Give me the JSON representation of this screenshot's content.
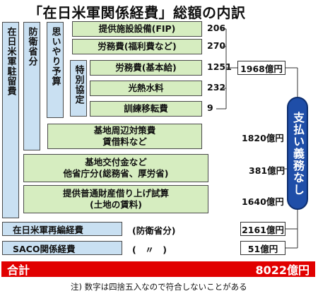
{
  "title": "「在日米軍関係経費」総額の内訳",
  "left_labels": {
    "zainichi": "在日米軍駐留費",
    "boeisho": "防衛省分",
    "omoiyari": "思いやり予算",
    "tokubetsu": "特別協定"
  },
  "items": {
    "fip": {
      "label": "提供施設設備(FIP)",
      "value": "206"
    },
    "fukuri": {
      "label": "労務費(福利費など)",
      "value": "270"
    },
    "kihon": {
      "label": "労務費(基本給)",
      "value": "1251"
    },
    "kounetsu": {
      "label": "光熱水料",
      "value": "232"
    },
    "kunren": {
      "label": "訓練移転費",
      "value": "9"
    }
  },
  "subtotal": "1968億円",
  "kichi": {
    "line1": "基地周辺対策費",
    "line2": "賃借料など",
    "value": "1820億円"
  },
  "koufu": {
    "line1": "基地交付金など",
    "line2": "他省庁分(総務省、厚労省)",
    "value": "381億円"
  },
  "teikyo": {
    "line1": "提供普通財産借り上げ試算",
    "line2": "(土地の賃料)",
    "value": "1640億円"
  },
  "saihen": {
    "label": "在日米軍再編経費",
    "note": "(防衛省分)",
    "value": "2161億円"
  },
  "saco": {
    "label": "SACO関係経費",
    "note": "(　〃　)",
    "value": "51億円"
  },
  "badge": "支払い義務なし",
  "total": {
    "label": "合計",
    "value": "8022億円"
  },
  "footnote": "注) 数字は四捨五入なので符合しないことがある",
  "colors": {
    "blue_box": "#c9e0f2",
    "green_box": "#d6edc0",
    "badge": "#1f4ea8",
    "total_bar": "#e10000"
  }
}
